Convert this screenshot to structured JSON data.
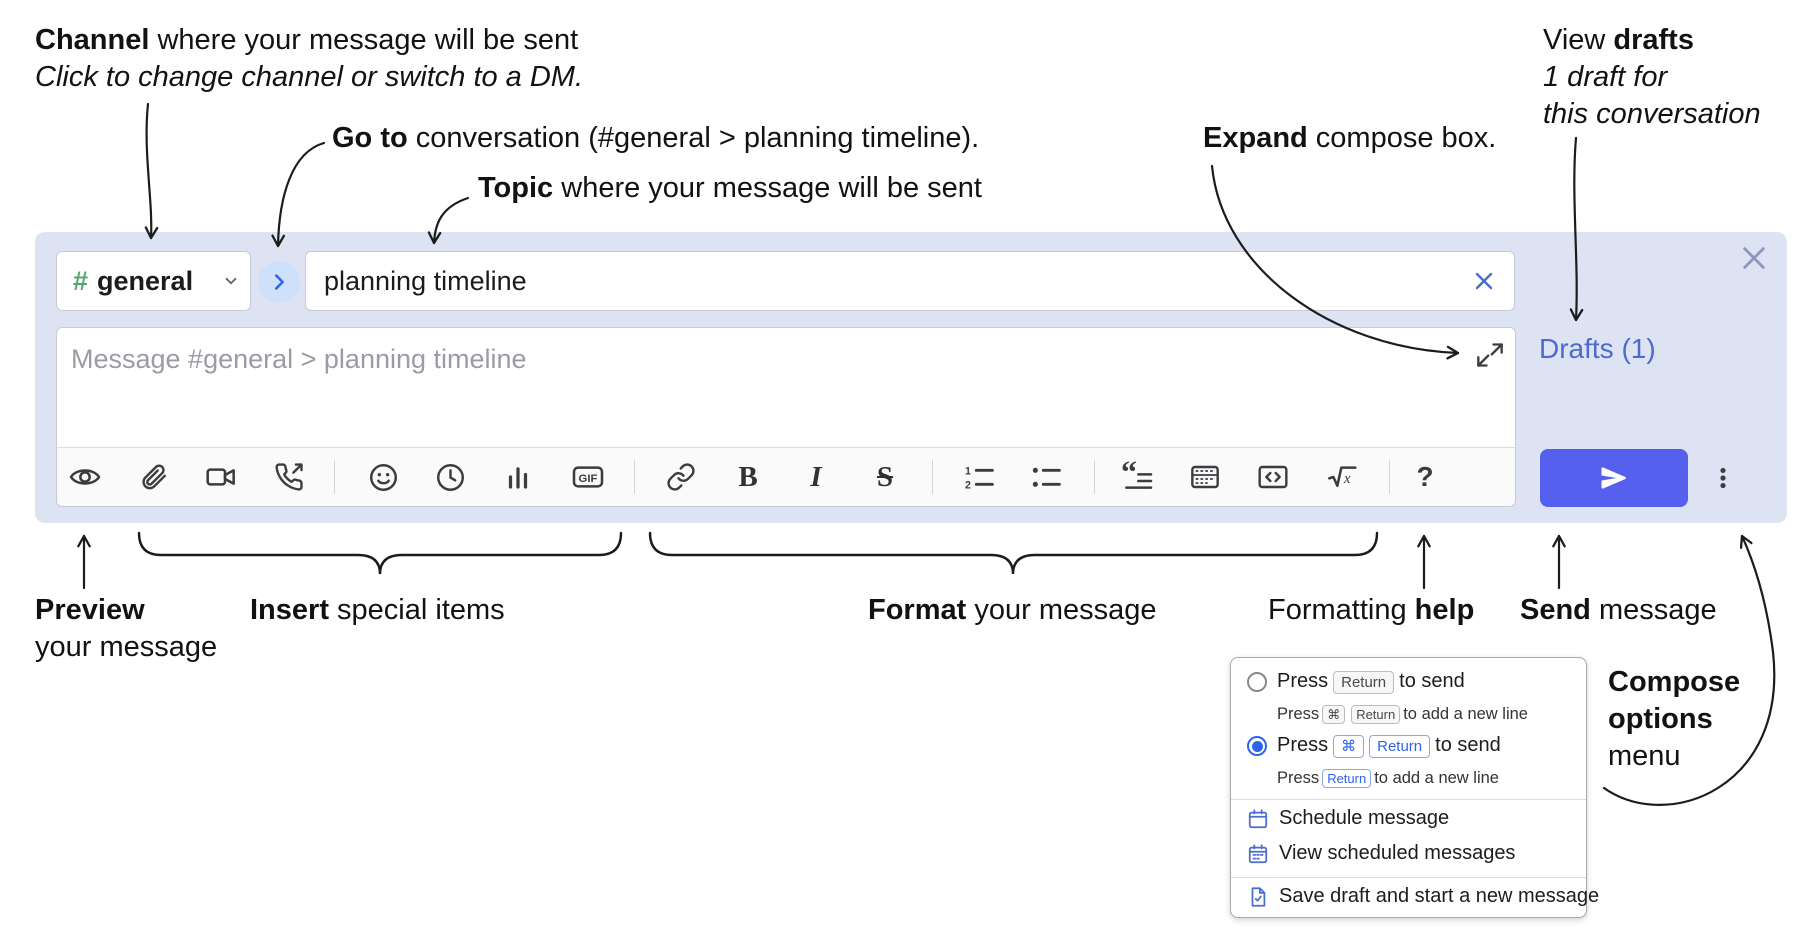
{
  "annotations": {
    "channel": {
      "bold": "Channel",
      "rest": " where your message will be sent",
      "line2": "Click to change channel or switch to a DM."
    },
    "goto": {
      "bold": "Go to",
      "rest": " conversation (#general > planning timeline)."
    },
    "topic": {
      "bold": "Topic",
      "rest": " where your message will be sent"
    },
    "expand": {
      "bold": "Expand",
      "rest": " compose box."
    },
    "view_drafts": {
      "pre": "View ",
      "bold": "drafts",
      "line2": "1 draft for",
      "line3": "this conversation"
    },
    "preview": {
      "bold": "Preview",
      "line2": "your message"
    },
    "insert": {
      "bold": "Insert",
      "rest": " special items"
    },
    "format": {
      "bold": "Format",
      "rest": " your message"
    },
    "formatting_help": {
      "pre": "Formatting ",
      "bold": "help"
    },
    "send": {
      "bold": "Send",
      "rest": " message"
    },
    "compose_options": {
      "line1": "Compose",
      "line2": "options",
      "line3": "menu"
    }
  },
  "compose": {
    "channel": {
      "hash": "#",
      "name": "general"
    },
    "topic_value": "planning timeline",
    "message_placeholder": "Message #general > planning timeline",
    "drafts_link": "Drafts (1)",
    "toolbar": {
      "gif_label": "GIF",
      "bold_label": "B",
      "italic_label": "I",
      "strike_label": "S",
      "help_label": "?"
    }
  },
  "options_menu": {
    "option1": {
      "press": "Press",
      "key": "Return",
      "suffix": "to send",
      "sub_press": "Press",
      "sub_keys": [
        "⌘",
        "Return"
      ],
      "sub_suffix": "to add a new line"
    },
    "option2": {
      "press": "Press",
      "keys": [
        "⌘",
        "Return"
      ],
      "suffix": "to send",
      "sub_press": "Press",
      "sub_key": "Return",
      "sub_suffix": "to add a new line"
    },
    "items": [
      {
        "label": "Schedule message"
      },
      {
        "label": "View scheduled messages"
      },
      {
        "label": "Save draft and start a new message"
      }
    ]
  },
  "colors": {
    "compose_bg": "#dee3f3",
    "send_button": "#5560ef",
    "link_blue": "#4b6bce",
    "hash_green": "#55a772",
    "radio_selected": "#2e63ea"
  }
}
